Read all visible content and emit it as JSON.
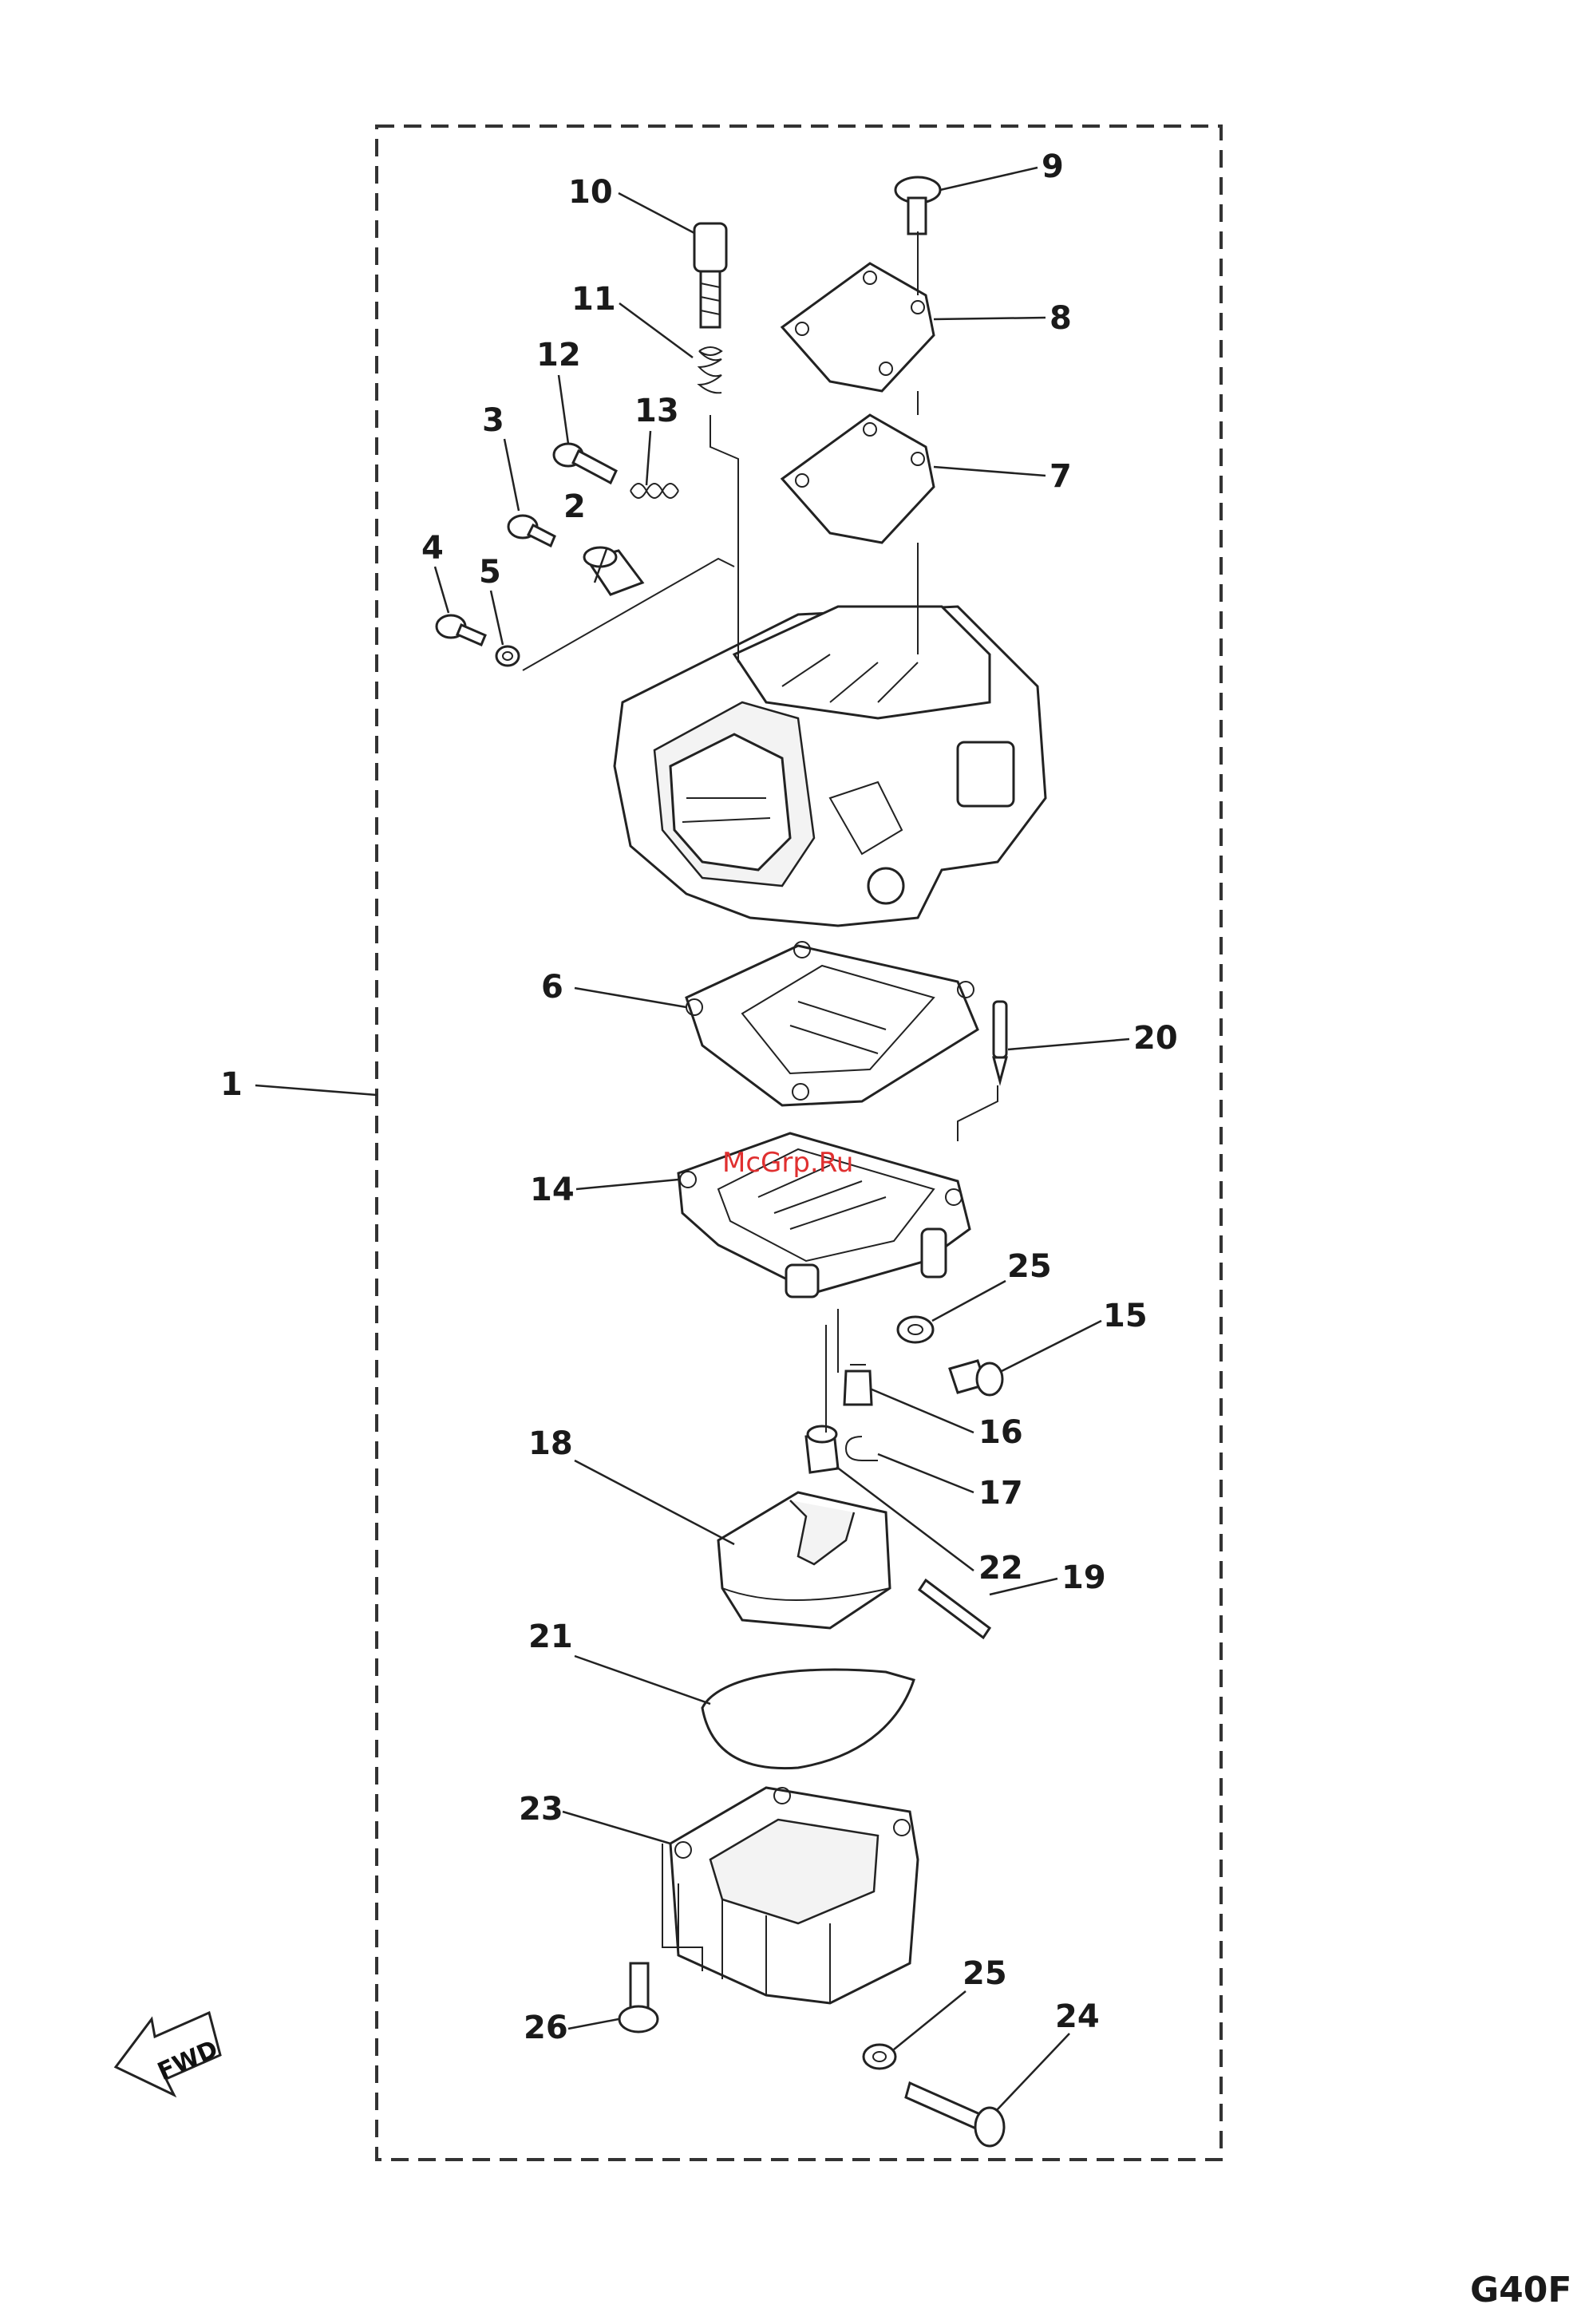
{
  "callouts": {
    "c1": "1",
    "c2": "2",
    "c3": "3",
    "c4": "4",
    "c5": "5",
    "c6": "6",
    "c7": "7",
    "c8": "8",
    "c9": "9",
    "c10": "10",
    "c11": "11",
    "c12": "12",
    "c13": "13",
    "c14": "14",
    "c15": "15",
    "c16": "16",
    "c17": "17",
    "c18": "18",
    "c19": "19",
    "c20": "20",
    "c21": "21",
    "c22": "22",
    "c23": "23",
    "c24": "24",
    "c25a": "25",
    "c25b": "25",
    "c26": "26"
  },
  "fwd_label": "FWD",
  "watermark": "McGrp.Ru",
  "page_code": "G40F",
  "icons": {
    "direction": "fwd-arrow-icon"
  }
}
